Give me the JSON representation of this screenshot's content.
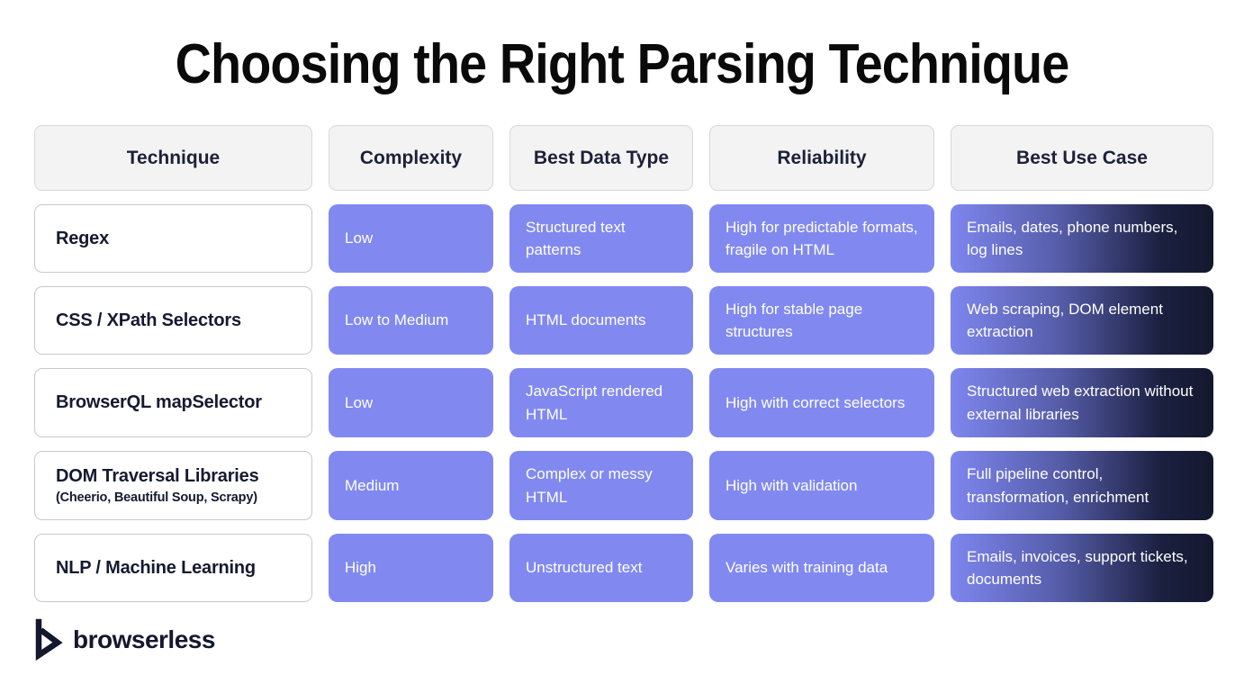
{
  "title": "Choosing the Right Parsing Technique",
  "logo": {
    "brand": "browserless"
  },
  "colors": {
    "accent_purple": "#8189F0",
    "gradient_start": "#7E86EF",
    "gradient_end": "#14182E",
    "header_bg": "#F3F3F3",
    "header_border": "#D8D8D8",
    "text_dark": "#1B2138",
    "cell_text": "#FFFFFF"
  },
  "table": {
    "columns": [
      "Technique",
      "Complexity",
      "Best Data Type",
      "Reliability",
      "Best Use Case"
    ],
    "rows": [
      {
        "technique": "Regex",
        "technique_note": "",
        "complexity": "Low",
        "best_data_type": "Structured text patterns",
        "reliability": "High for predictable formats, fragile on HTML",
        "best_use_case": "Emails, dates, phone numbers, log lines"
      },
      {
        "technique": "CSS / XPath Selectors",
        "technique_note": "",
        "complexity": "Low to Medium",
        "best_data_type": "HTML documents",
        "reliability": "High for stable page structures",
        "best_use_case": "Web scraping, DOM element extraction"
      },
      {
        "technique": "BrowserQL mapSelector",
        "technique_note": "",
        "complexity": "Low",
        "best_data_type": "JavaScript rendered HTML",
        "reliability": "High with correct selectors",
        "best_use_case": "Structured web extraction without external libraries"
      },
      {
        "technique": "DOM Traversal Libraries",
        "technique_note": "(Cheerio, Beautiful Soup, Scrapy)",
        "complexity": "Medium",
        "best_data_type": "Complex or messy HTML",
        "reliability": "High with validation",
        "best_use_case": "Full pipeline control, transformation, enrichment"
      },
      {
        "technique": "NLP / Machine Learning",
        "technique_note": "",
        "complexity": "High",
        "best_data_type": "Unstructured text",
        "reliability": "Varies with training data",
        "best_use_case": "Emails, invoices, support tickets, documents"
      }
    ]
  }
}
